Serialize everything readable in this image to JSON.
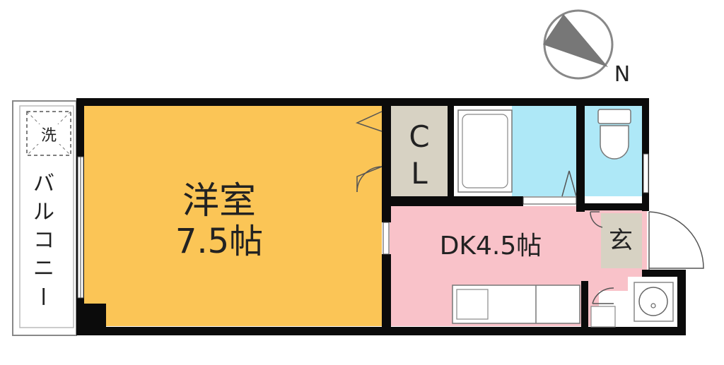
{
  "rooms": {
    "western": {
      "name": "洋室",
      "size": "7.5帖",
      "color": "#fbc556"
    },
    "dk": {
      "name": "DK4.5帖",
      "color": "#f9c2c9"
    },
    "closet": {
      "line1": "C",
      "line2": "L",
      "color": "#d7d2c3"
    },
    "bath": {
      "color": "#aee8f7"
    },
    "toilet": {
      "color": "#aee8f7"
    },
    "entrance": {
      "name": "玄",
      "color": "#d7d2c3"
    },
    "balcony": {
      "chars": [
        "バ",
        "ル",
        "コ",
        "ニ",
        "ー"
      ]
    },
    "washer": {
      "name": "洗"
    }
  },
  "compass": {
    "north_label": "N"
  },
  "colors": {
    "wall": "#0b0b0b",
    "line": "#666666"
  }
}
